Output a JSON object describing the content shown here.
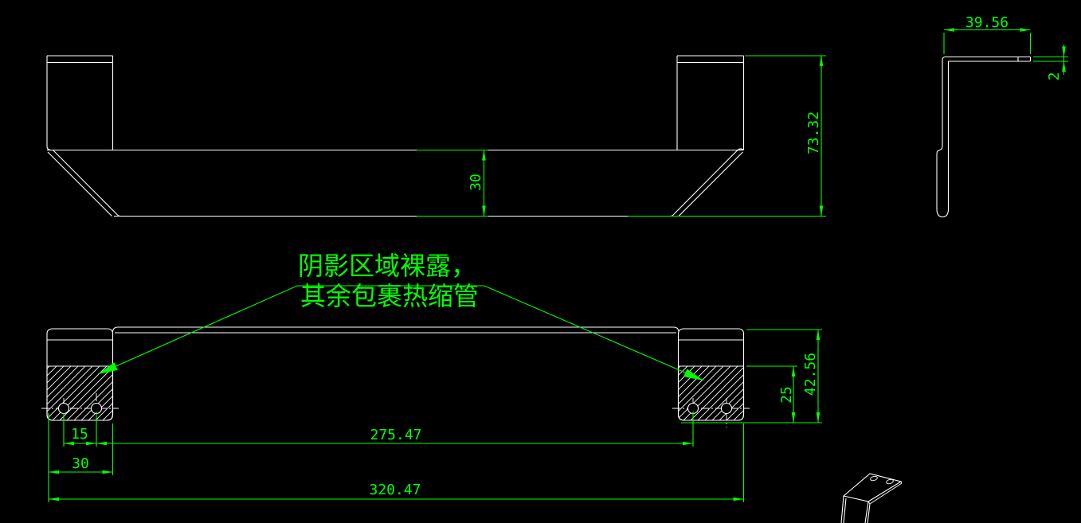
{
  "canvas": {
    "background_color": "#000000",
    "geometry_color": "#ffffff",
    "dimension_color": "#00ff00"
  },
  "callout": {
    "line1": "阴影区域裸露，",
    "line2": "其余包裹热缩管"
  },
  "front_view": {
    "web_drop": "30",
    "total_height": "73.32"
  },
  "side_view": {
    "flange_width": "39.56",
    "material_thickness": "2"
  },
  "top_view": {
    "hole_pitch": "15",
    "tab_width": "30",
    "hole_span": "275.47",
    "overall_length": "320.47",
    "bare_zone_depth": "25",
    "tab_height": "42.56"
  }
}
